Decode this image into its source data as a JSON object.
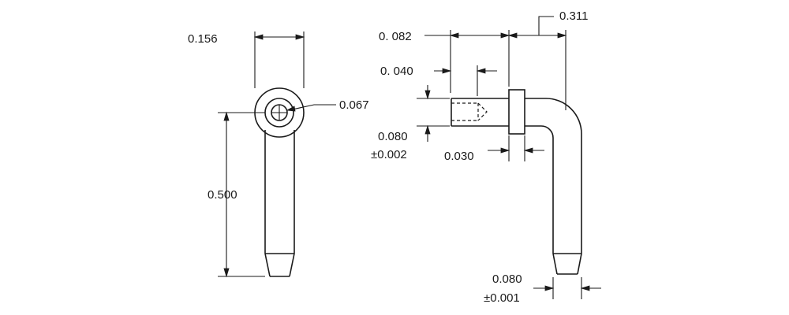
{
  "front_view": {
    "width_label": "0.156",
    "hole_label": "0.067",
    "length_label": "0.500"
  },
  "side_view": {
    "overall_label": "0.311",
    "offset_label": "0. 082",
    "hole_depth_label": "0. 040",
    "pin_dia_label": "0.080",
    "pin_dia_tol": "±0.002",
    "collar_label": "0.030",
    "leg_dia_label": "0.080",
    "leg_dia_tol": "±0.001"
  }
}
